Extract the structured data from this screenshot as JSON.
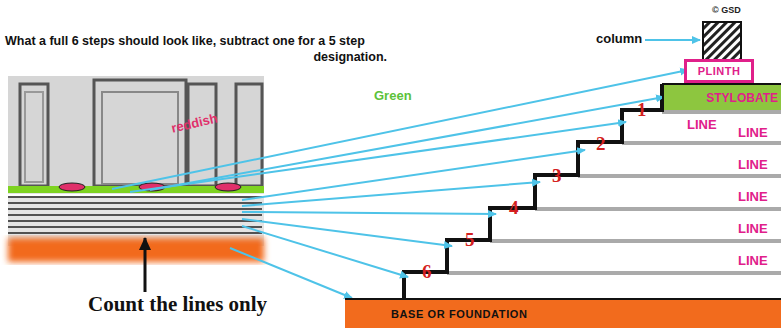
{
  "diagram": {
    "nodes": [
      {
        "text": [
          "PLINTH"
        ]
      },
      {
        "text": [
          "STYLOBATE"
        ]
      },
      {
        "text": [
          "BASE OR FOUNDATION"
        ]
      }
    ],
    "labels": [
      "What a full 6 steps should look like,  subtract one for a 5 step designation.",
      "© GSD",
      "column",
      "Green",
      "reddish",
      "1",
      "LINE",
      "LINE",
      "2",
      "LINE",
      "3",
      "LINE",
      "4",
      "LINE",
      "5",
      "LINE",
      "6",
      "Count the lines only"
    ]
  }
}
